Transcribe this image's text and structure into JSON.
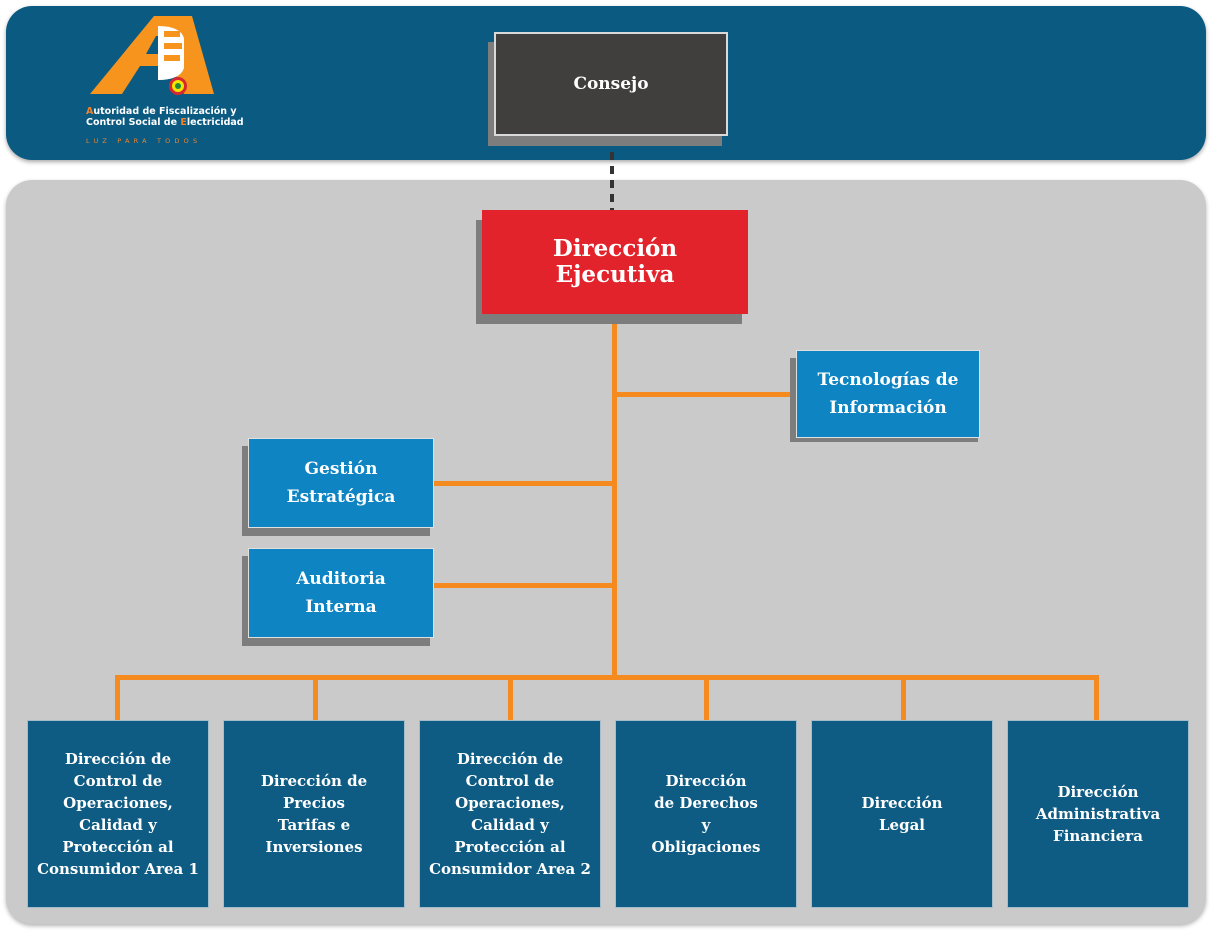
{
  "logo": {
    "line1_initial": "A",
    "line1_rest": "utoridad de Fiscalización y",
    "line2_start": "Control Social de ",
    "line2_initial": "E",
    "line2_rest": "lectricidad",
    "tagline": "LUZ PARA TODOS"
  },
  "nodes": {
    "consejo": "Consejo",
    "direccion_ejecutiva": "Dirección\nEjecutiva",
    "tecnologias": "Tecnologías de\nInformación",
    "gestion": "Gestión\nEstratégica",
    "auditoria": "Auditoria\nInterna"
  },
  "bottom_units": [
    "Dirección de\nControl de\nOperaciones,\nCalidad y\nProtección al\nConsumidor Area 1",
    "Dirección de\nPrecios\nTarifas e\nInversiones",
    "Dirección de\nControl de\nOperaciones,\nCalidad y\nProtección al\nConsumidor Area 2",
    "Dirección\nde Derechos\ny\nObligaciones",
    "Dirección\nLegal",
    "Dirección\nAdministrativa\nFinanciera"
  ],
  "colors": {
    "header_band": "#0a5a82",
    "main_panel": "#cacaca",
    "consejo": "#413e3e",
    "direccion_ejecutiva": "#e3232b",
    "staff_units": "#0f84c2",
    "line_units": "#0e5b83",
    "connectors": "#f58a1f"
  }
}
